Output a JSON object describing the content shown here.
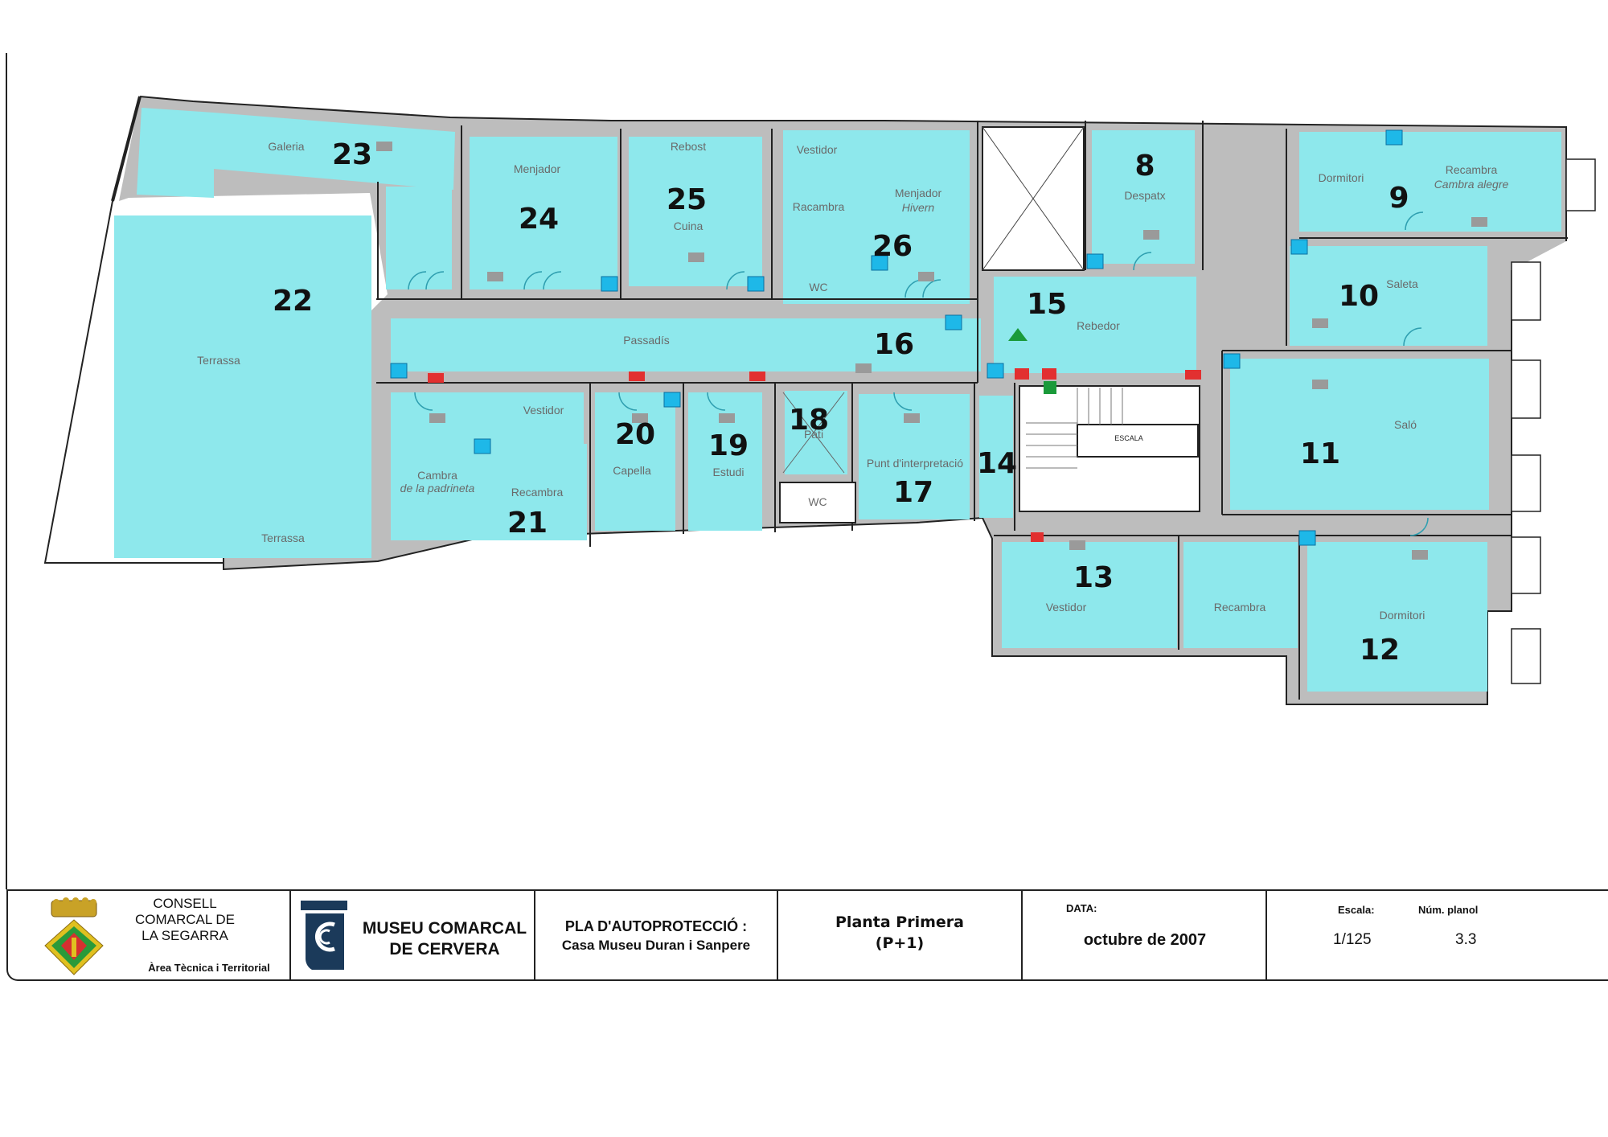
{
  "rooms": [
    {
      "num": "8",
      "label": "Despatx"
    },
    {
      "num": "9",
      "label": "Dormitori",
      "label2": "Recambra",
      "label3": "Cambra alegre"
    },
    {
      "num": "10",
      "label": "Saleta"
    },
    {
      "num": "11",
      "label": "Saló"
    },
    {
      "num": "12",
      "label": "Dormitori"
    },
    {
      "num": "13",
      "label": "Vestidor",
      "label2": "Recambra"
    },
    {
      "num": "14"
    },
    {
      "num": "15",
      "label": "Rebedor"
    },
    {
      "num": "16",
      "label": "Passadís"
    },
    {
      "num": "17",
      "label": "Punt d'interpretació"
    },
    {
      "num": "18",
      "label": "Pati"
    },
    {
      "num": "19",
      "label": "Estudi"
    },
    {
      "num": "20",
      "label": "Capella"
    },
    {
      "num": "21",
      "label": "Cambra",
      "label2": "de la padrineta",
      "label3": "Recambra",
      "label4": "Vestidor"
    },
    {
      "num": "22",
      "label": "Terrassa",
      "label2": "Terrassa"
    },
    {
      "num": "23",
      "label": "Galeria"
    },
    {
      "num": "24",
      "label": "Menjador"
    },
    {
      "num": "25",
      "label": "Rebost",
      "label2": "Cuina"
    },
    {
      "num": "26",
      "label": "Vestidor",
      "label2": "Racambra",
      "label3": "Menjador",
      "label4": "Hivern",
      "label5": "WC"
    }
  ],
  "extra_labels": {
    "wc": "WC",
    "escala": "ESCALA"
  },
  "titleblock": {
    "consell": "CONSELL COMARCAL DE LA SEGARRA",
    "area": "Àrea Tècnica i Territorial",
    "museu": "MUSEU COMARCAL DE CERVERA",
    "pla_title": "PLA D'AUTOPROTECCIÓ :",
    "pla_subtitle": "Casa Museu Duran i Sanpere",
    "planta": "Planta Primera",
    "planta_code": "(P+1)",
    "data_label": "DATA:",
    "data_value": "octubre de 2007",
    "escala_label": "Escala:",
    "escala_value": "1/125",
    "num_label": "Núm. planol",
    "num_value": "3.3"
  },
  "colors": {
    "room": "#8ee8ec",
    "wall": "#bdbdbd",
    "extinguisher": "#1eb8e8",
    "alarm": "#e23030"
  }
}
